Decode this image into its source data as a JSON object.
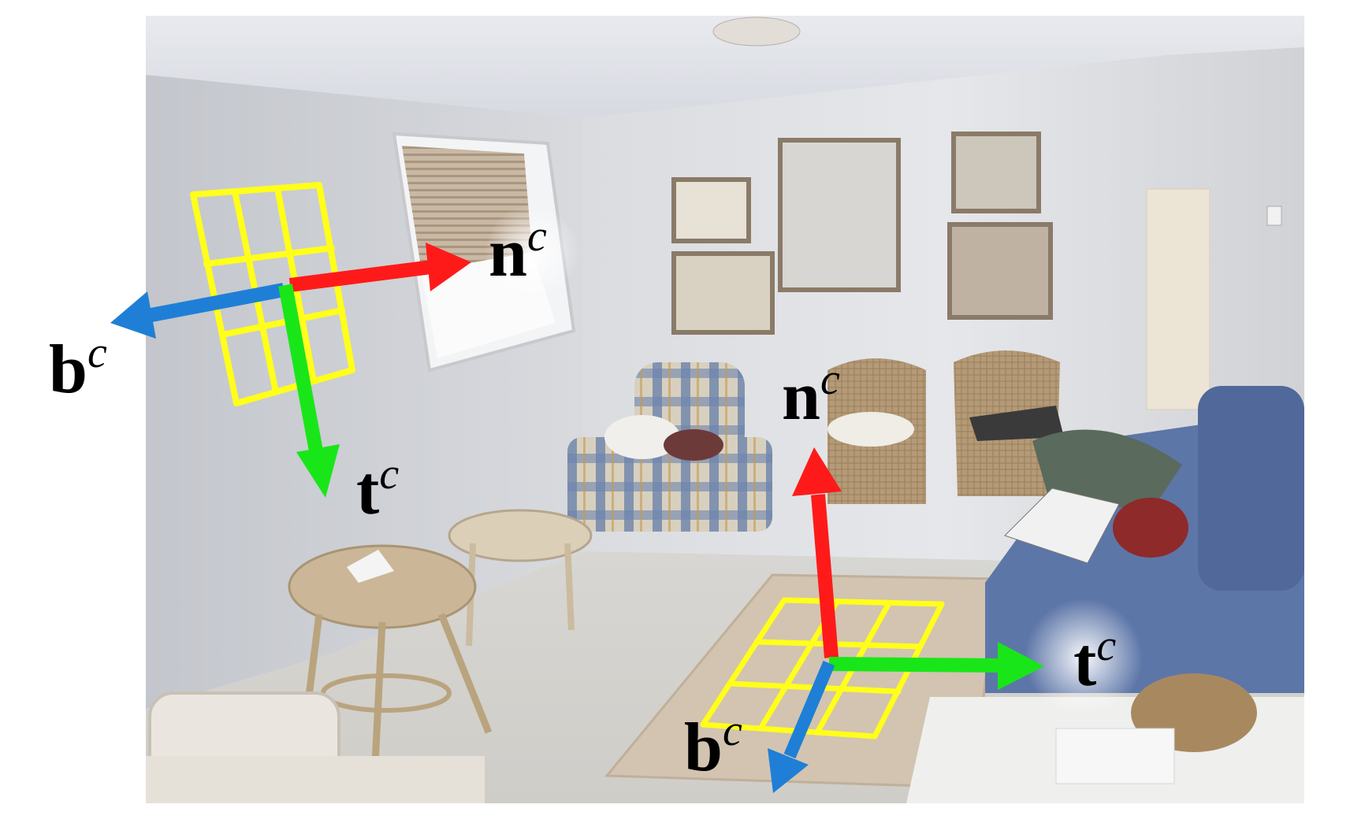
{
  "figure": {
    "alt": "Living room photo with two local tangent-frame overlays (wall plane and floor plane)",
    "colors": {
      "normal_arrow": "#ff1a1a",
      "tangent_arrow": "#19e619",
      "bitangent_arrow": "#1f7fd6",
      "grid": "#ffff1a"
    },
    "wall_frame": {
      "normal": {
        "base": "n",
        "sup": "c"
      },
      "bitangent": {
        "base": "b",
        "sup": "c"
      },
      "tangent": {
        "base": "t",
        "sup": "c"
      }
    },
    "floor_frame": {
      "normal": {
        "base": "n",
        "sup": "c"
      },
      "bitangent": {
        "base": "b",
        "sup": "c"
      },
      "tangent": {
        "base": "t",
        "sup": "c"
      }
    }
  }
}
